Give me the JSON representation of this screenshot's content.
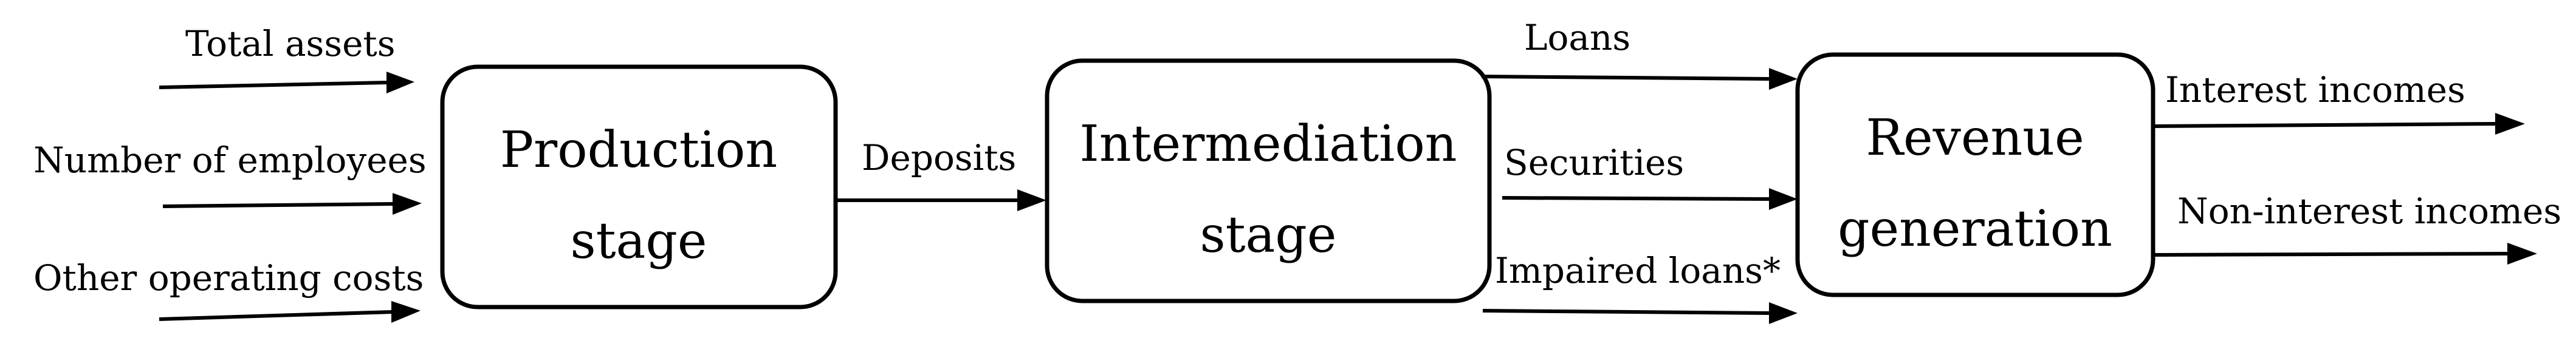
{
  "stages": {
    "production": {
      "line1": "Production",
      "line2": "stage"
    },
    "intermediation": {
      "line1": "Intermediation",
      "line2": "stage"
    },
    "revenue": {
      "line1": "Revenue",
      "line2": "generation"
    }
  },
  "inputs": {
    "total_assets": "Total assets",
    "employees": "Number of employees",
    "operating_costs": "Other operating costs"
  },
  "intermediate": {
    "deposits": "Deposits"
  },
  "intermediation_outputs": {
    "loans": "Loans",
    "securities": "Securities",
    "impaired_loans": "Impaired loans*"
  },
  "final_outputs": {
    "interest": "Interest incomes",
    "non_interest": "Non-interest incomes"
  }
}
